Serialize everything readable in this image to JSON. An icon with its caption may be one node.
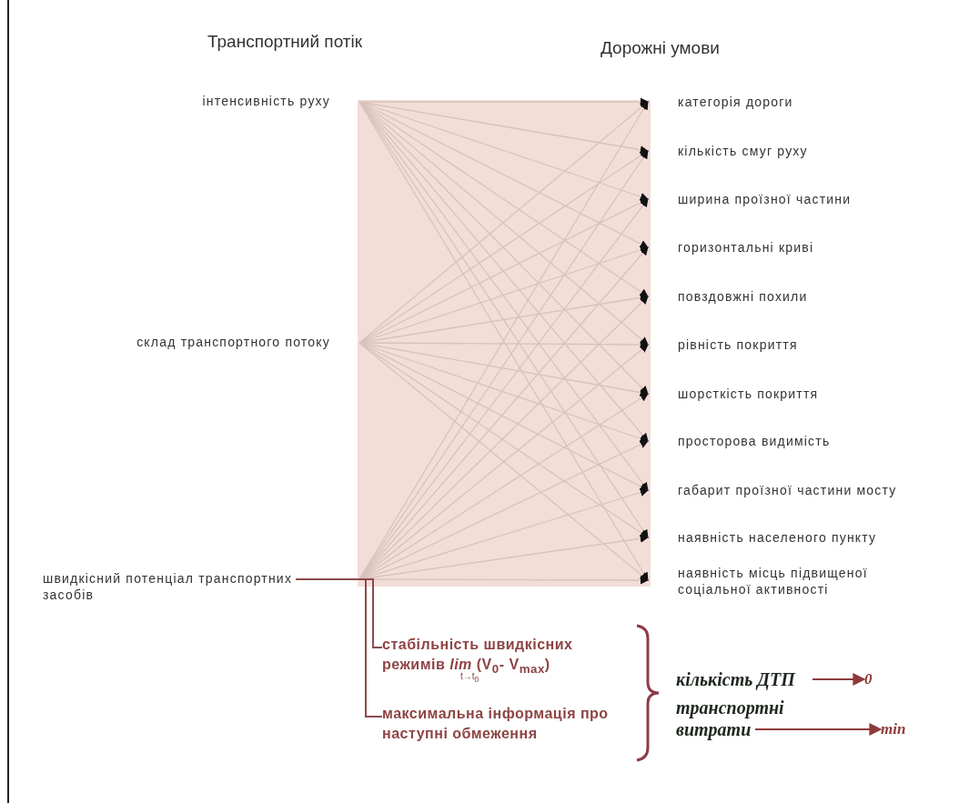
{
  "diagram": {
    "nodes": [
      {
        "text": [
          "інтенсивність руху"
        ]
      },
      {
        "text": [
          "склад транспортного потоку"
        ]
      },
      {
        "text": [
          "швидкісний потенціал транспортних засобів"
        ]
      },
      {
        "text": [
          "категорія дороги"
        ]
      },
      {
        "text": [
          "кількість смуг руху"
        ]
      },
      {
        "text": [
          "ширина проїзної частини"
        ]
      },
      {
        "text": [
          "горизонтальні криві"
        ]
      },
      {
        "text": [
          "повздовжні похили"
        ]
      },
      {
        "text": [
          "рівність покриття"
        ]
      },
      {
        "text": [
          "шорсткість покриття"
        ]
      },
      {
        "text": [
          "просторова видимість"
        ]
      },
      {
        "text": [
          "габарит проїзної частини мосту"
        ]
      },
      {
        "text": [
          "наявність населеного пункту"
        ]
      },
      {
        "text": [
          "наявність місць підвищеної соціальної активності"
        ]
      },
      {
        "text": [
          "стабільність швидкісних режимів *lim* (V$_{0}$- V$_{max}$)"
        ]
      },
      {
        "text": [
          "максимальна інформація про наступні обмеження"
        ]
      },
      {
        "text": [
          "кількість ДТП"
        ]
      },
      {
        "text": [
          "0"
        ]
      },
      {
        "text": [
          "транспортні витрати"
        ]
      },
      {
        "text": [
          "min"
        ]
      }
    ],
    "edges": [
      {
        "from": 0,
        "to": 3,
        "arrow": "to"
      },
      {
        "from": 0,
        "to": 4,
        "arrow": "to"
      },
      {
        "from": 0,
        "to": 5,
        "arrow": "to"
      },
      {
        "from": 0,
        "to": 6,
        "arrow": "to"
      },
      {
        "from": 0,
        "to": 7,
        "arrow": "to"
      },
      {
        "from": 0,
        "to": 8,
        "arrow": "to"
      },
      {
        "from": 0,
        "to": 9,
        "arrow": "to"
      },
      {
        "from": 0,
        "to": 10,
        "arrow": "to"
      },
      {
        "from": 0,
        "to": 11,
        "arrow": "to"
      },
      {
        "from": 0,
        "to": 12,
        "arrow": "to"
      },
      {
        "from": 0,
        "to": 13,
        "arrow": "to"
      },
      {
        "from": 1,
        "to": 3,
        "arrow": "to"
      },
      {
        "from": 1,
        "to": 4,
        "arrow": "to"
      },
      {
        "from": 1,
        "to": 5,
        "arrow": "to"
      },
      {
        "from": 1,
        "to": 6,
        "arrow": "to"
      },
      {
        "from": 1,
        "to": 7,
        "arrow": "to"
      },
      {
        "from": 1,
        "to": 8,
        "arrow": "to"
      },
      {
        "from": 1,
        "to": 9,
        "arrow": "to"
      },
      {
        "from": 1,
        "to": 10,
        "arrow": "to"
      },
      {
        "from": 1,
        "to": 11,
        "arrow": "to"
      },
      {
        "from": 1,
        "to": 12,
        "arrow": "to"
      },
      {
        "from": 1,
        "to": 13,
        "arrow": "to"
      },
      {
        "from": 2,
        "to": 3,
        "arrow": "to"
      },
      {
        "from": 2,
        "to": 4,
        "arrow": "to"
      },
      {
        "from": 2,
        "to": 5,
        "arrow": "to"
      },
      {
        "from": 2,
        "to": 6,
        "arrow": "to"
      },
      {
        "from": 2,
        "to": 7,
        "arrow": "to"
      },
      {
        "from": 2,
        "to": 8,
        "arrow": "to"
      },
      {
        "from": 2,
        "to": 9,
        "arrow": "to"
      },
      {
        "from": 2,
        "to": 10,
        "arrow": "to"
      },
      {
        "from": 2,
        "to": 11,
        "arrow": "to"
      },
      {
        "from": 2,
        "to": 12,
        "arrow": "to"
      },
      {
        "from": 2,
        "to": 13,
        "arrow": "to"
      },
      {
        "from": 2,
        "to": 14,
        "arrow": "none",
        "color": "#8e4a4a"
      },
      {
        "from": 2,
        "to": 15,
        "arrow": "none",
        "color": "#8e4a4a"
      },
      {
        "from": 16,
        "to": 17,
        "arrow": "to",
        "color": "#8e3a3a"
      },
      {
        "from": 18,
        "to": 19,
        "arrow": "to",
        "color": "#8e3a3a"
      }
    ],
    "labels": [
      "Транспортний потік",
      "Дорожні умови",
      "t→t$_{0}$"
    ]
  }
}
